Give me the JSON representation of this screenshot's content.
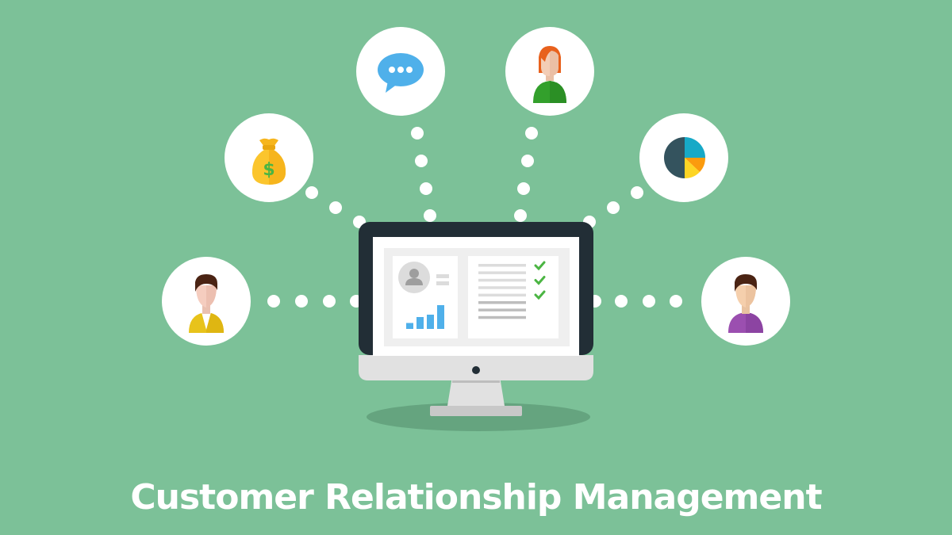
{
  "title": "Customer Relationship Management",
  "colors": {
    "background": "#7cc198",
    "bubble": "#ffffff",
    "dot": "#ffffff",
    "monitor_frame": "#222e36",
    "monitor_base": "#e1e1e1",
    "chart_bar": "#4fb0ea",
    "checkmark": "#4bb543",
    "chat": "#4fb0ea",
    "money_bag": "#fbc52d",
    "dollar": "#4bb543"
  },
  "bubbles": [
    {
      "name": "money-bag",
      "icon": "money-bag-icon"
    },
    {
      "name": "chat",
      "icon": "chat-bubble-icon"
    },
    {
      "name": "woman",
      "icon": "woman-avatar-icon"
    },
    {
      "name": "pie-chart",
      "icon": "pie-chart-icon"
    },
    {
      "name": "man-yellow",
      "icon": "man-avatar-icon"
    },
    {
      "name": "man-purple",
      "icon": "man-avatar-icon"
    }
  ],
  "screen": {
    "profile_icon": "user-profile-icon",
    "bar_chart_values": [
      1,
      2,
      2.4,
      4
    ],
    "checklist_checked": 3,
    "checklist_lines": 8
  }
}
